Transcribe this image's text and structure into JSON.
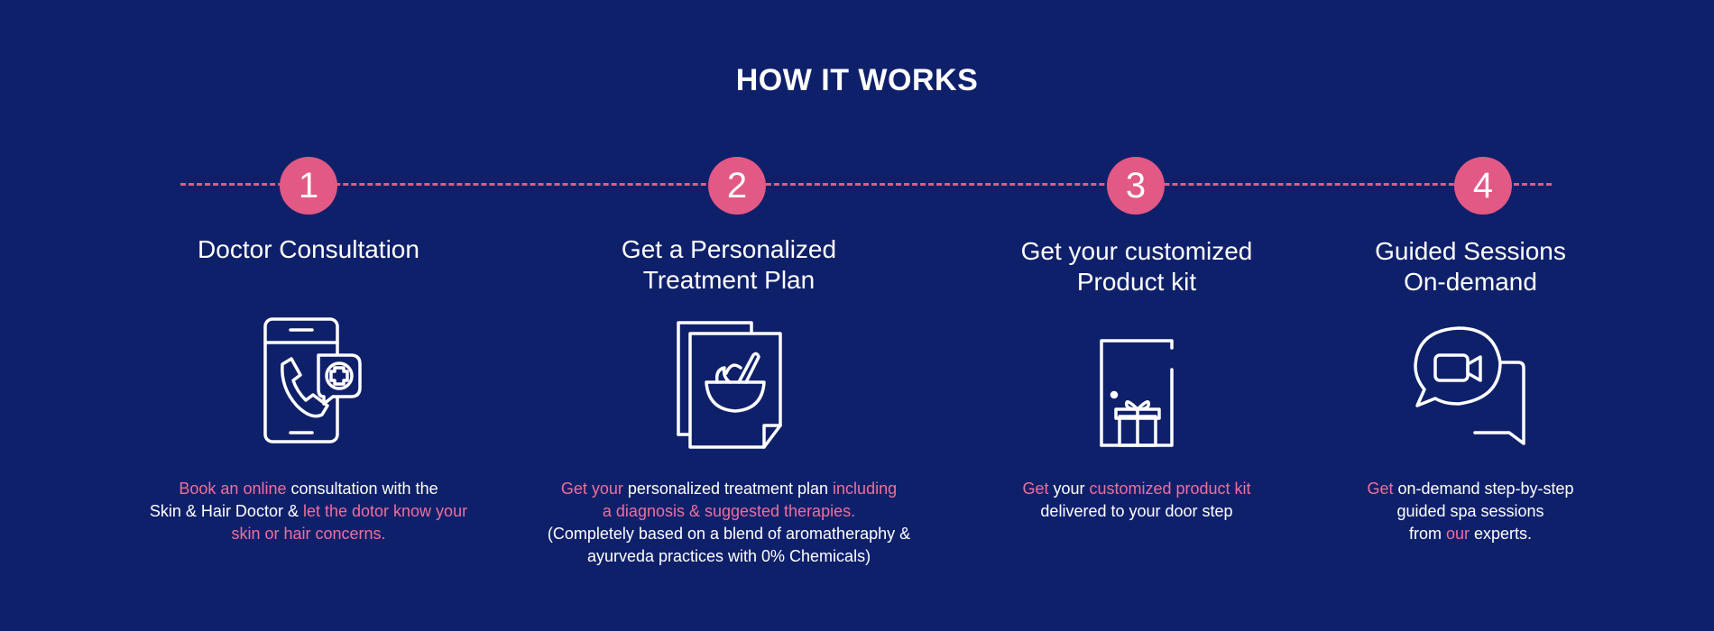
{
  "title": "HOW IT WORKS",
  "colors": {
    "background": "#0f206b",
    "accent": "#e25985",
    "text": "#ffffff"
  },
  "steps": [
    {
      "number": "1",
      "title_line1": "Doctor Consultation",
      "title_line2": "",
      "icon": "phone-consultation-icon",
      "desc": [
        [
          {
            "text": "Book an online",
            "accent": true
          },
          {
            "text": " consultation with the",
            "accent": false
          }
        ],
        [
          {
            "text": "Skin & Hair Doctor & ",
            "accent": false
          },
          {
            "text": "let the dotor know your",
            "accent": true
          }
        ],
        [
          {
            "text": "skin or hair concerns.",
            "accent": true
          }
        ]
      ]
    },
    {
      "number": "2",
      "title_line1": "Get a Personalized",
      "title_line2": "Treatment Plan",
      "icon": "treatment-plan-icon",
      "desc": [
        [
          {
            "text": "Get your",
            "accent": true
          },
          {
            "text": " personalized treatment plan ",
            "accent": false
          },
          {
            "text": "including",
            "accent": true
          }
        ],
        [
          {
            "text": "a diagnosis & suggested therapies.",
            "accent": true
          }
        ],
        [
          {
            "text": "(Completely based on a blend of aromatheraphy &",
            "accent": false
          }
        ],
        [
          {
            "text": "ayurveda practices with 0% Chemicals)",
            "accent": false
          }
        ]
      ]
    },
    {
      "number": "3",
      "title_line1": "Get your customized",
      "title_line2": "Product kit",
      "icon": "product-kit-door-icon",
      "desc": [
        [
          {
            "text": "Get",
            "accent": true
          },
          {
            "text": " your ",
            "accent": false
          },
          {
            "text": "customized product kit",
            "accent": true
          }
        ],
        [
          {
            "text": "delivered to your door step",
            "accent": false
          }
        ]
      ]
    },
    {
      "number": "4",
      "title_line1": "Guided Sessions",
      "title_line2": "On-demand",
      "icon": "video-chat-icon",
      "desc": [
        [
          {
            "text": "Get",
            "accent": true
          },
          {
            "text": " on-demand step-by-step",
            "accent": false
          }
        ],
        [
          {
            "text": "guided spa sessions",
            "accent": false
          }
        ],
        [
          {
            "text": "from ",
            "accent": false
          },
          {
            "text": "our",
            "accent": true
          },
          {
            "text": " experts.",
            "accent": false
          }
        ]
      ]
    }
  ]
}
